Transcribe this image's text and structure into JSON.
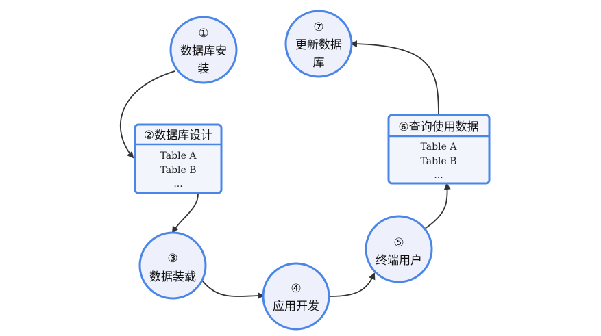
{
  "nodes": {
    "n1": {
      "step": "①",
      "line1": "数据库安",
      "line2": "装"
    },
    "n2": {
      "title": "②数据库设计",
      "items": [
        "Table A",
        "Table B",
        "..."
      ]
    },
    "n3": {
      "step": "③",
      "line1": "数据装载"
    },
    "n4": {
      "step": "④",
      "line1": "应用开发"
    },
    "n5": {
      "step": "⑤",
      "line1": "终端用户"
    },
    "n6": {
      "title": "⑥查询使用数据",
      "items": [
        "Table A",
        "Table B",
        "..."
      ]
    },
    "n7": {
      "step": "⑦",
      "line1": "更新数据",
      "line2": "库"
    }
  },
  "colors": {
    "node_border": "#4a86e8",
    "node_fill": "#eef1fb",
    "edge": "#333333"
  }
}
